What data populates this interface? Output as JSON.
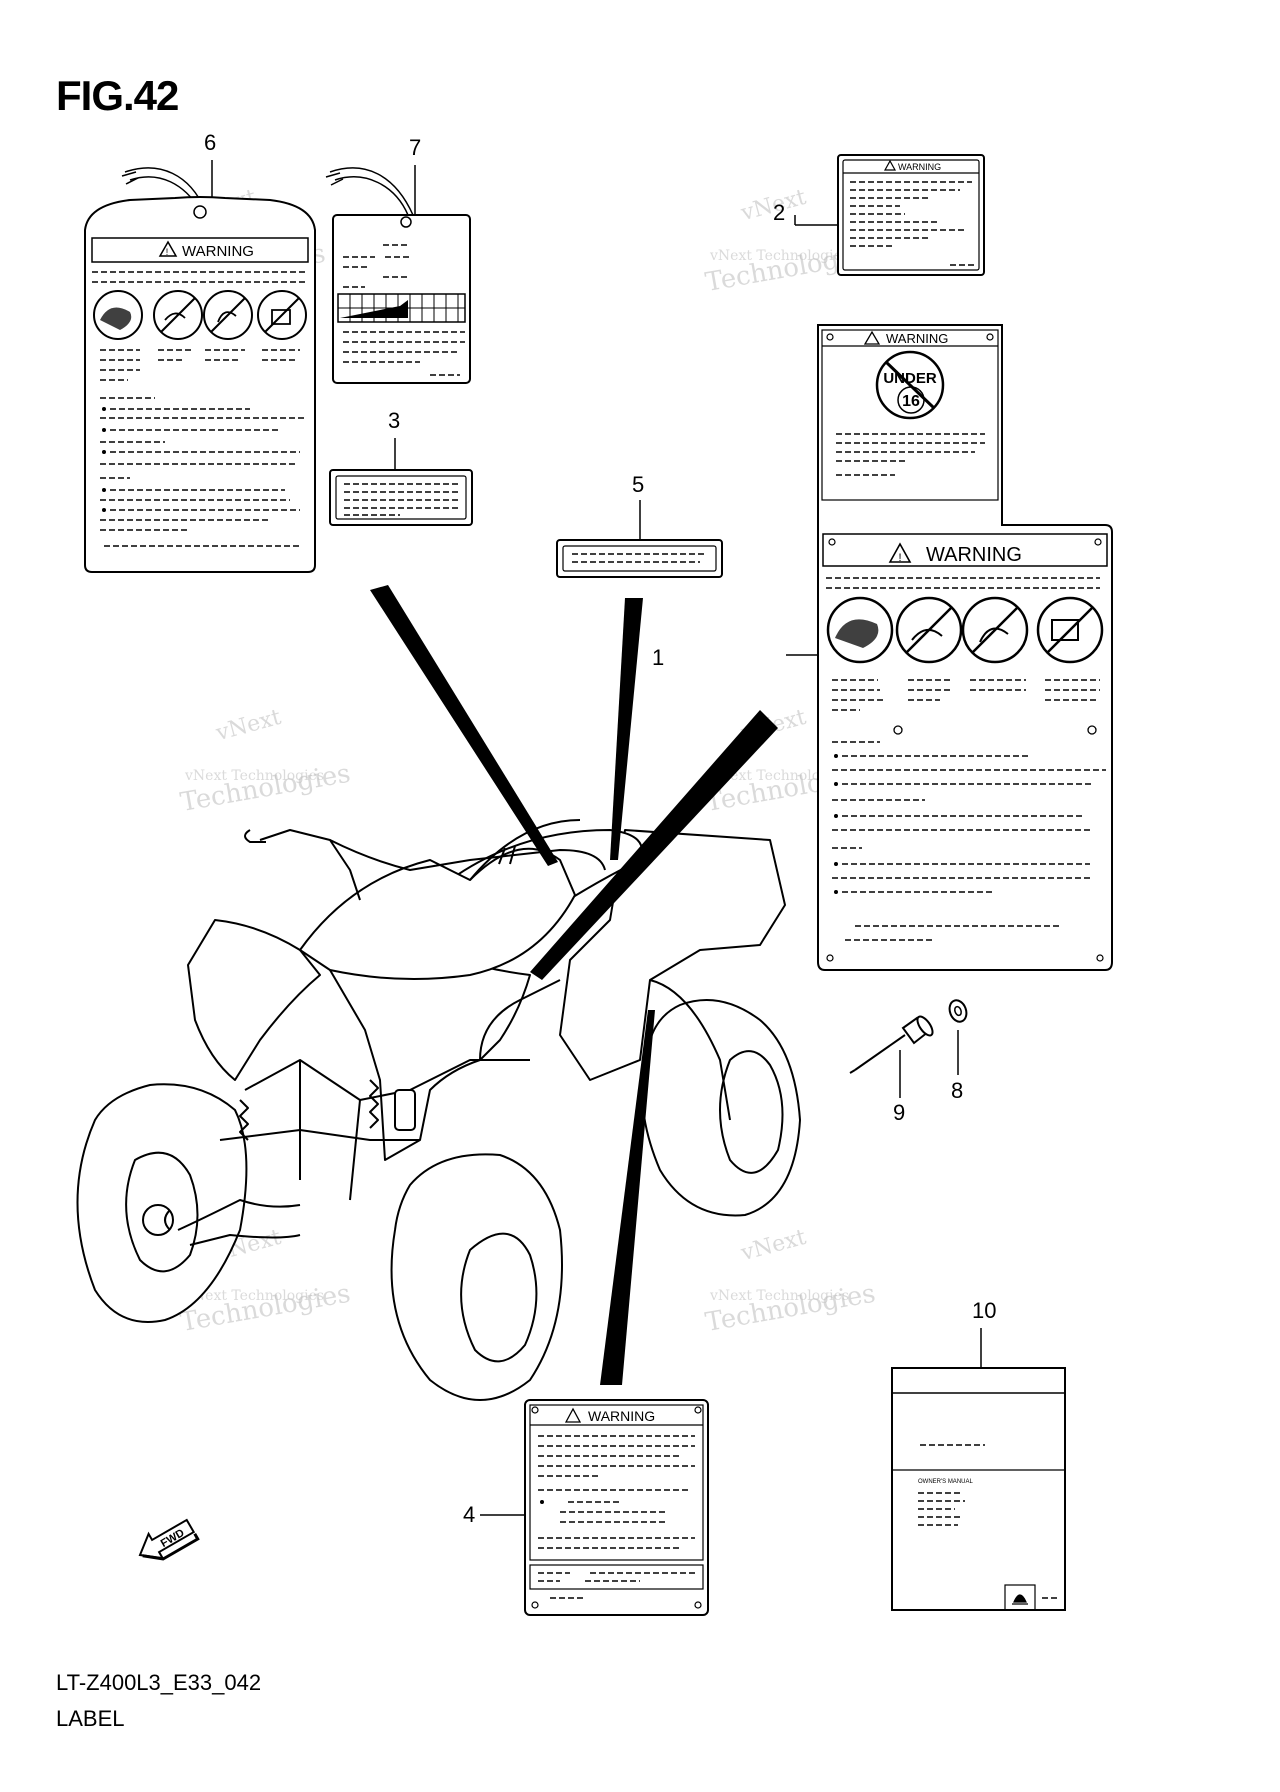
{
  "figure": {
    "title": "FIG.42",
    "model_code": "LT-Z400L3_E33_042",
    "caption": "LABEL"
  },
  "callouts": [
    "1",
    "2",
    "3",
    "4",
    "5",
    "6",
    "7",
    "8",
    "9",
    "10"
  ],
  "labels": {
    "warning": "WARNING",
    "age_top": "UNDER",
    "age_num": "16",
    "fwd": "FWD",
    "manual": "OWNER'S MANUAL"
  },
  "watermark": {
    "line1": "vNext",
    "line2": "vNext Technologies",
    "line3": "Technologies"
  },
  "colors": {
    "ink": "#000000",
    "watermark": "#bdbdbd",
    "paper": "#ffffff"
  }
}
